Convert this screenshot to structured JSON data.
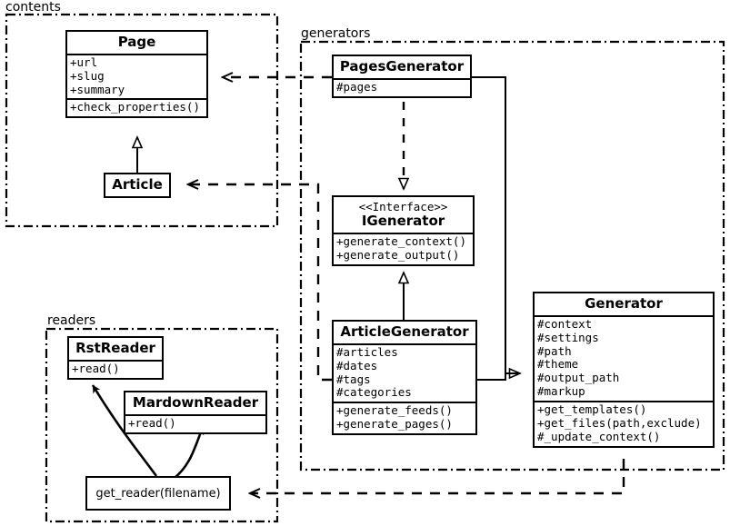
{
  "diagram": {
    "title": "UML class diagram",
    "stroke_color": "#000000",
    "background_color": "#ffffff"
  },
  "packages": [
    {
      "name": "contents",
      "label": "contents"
    },
    {
      "name": "generators",
      "label": "generators"
    },
    {
      "name": "readers",
      "label": "readers"
    }
  ],
  "classes": {
    "page": {
      "name": "Page",
      "attributes": [
        "+url",
        "+slug",
        "+summary"
      ],
      "operations": [
        "+check_properties()"
      ]
    },
    "article": {
      "name": "Article",
      "attributes": [],
      "operations": []
    },
    "pages_generator": {
      "name": "PagesGenerator",
      "attributes": [
        "#pages"
      ],
      "operations": []
    },
    "igenerator": {
      "stereotype": "<<Interface>>",
      "name": "IGenerator",
      "attributes": [],
      "operations": [
        "+generate_context()",
        "+generate_output()"
      ]
    },
    "article_generator": {
      "name": "ArticleGenerator",
      "attributes": [
        "#articles",
        "#dates",
        "#tags",
        "#categories"
      ],
      "operations": [
        "+generate_feeds()",
        "+generate_pages()"
      ]
    },
    "generator": {
      "name": "Generator",
      "attributes": [
        "#context",
        "#settings",
        "#path",
        "#theme",
        "#output_path",
        "#markup"
      ],
      "operations": [
        "+get_templates()",
        "+get_files(path,exclude)",
        "#_update_context()"
      ]
    },
    "rst_reader": {
      "name": "RstReader",
      "attributes": [],
      "operations": [
        "+read()"
      ]
    },
    "mardown_reader": {
      "name": "MardownReader",
      "attributes": [],
      "operations": [
        "+read()"
      ]
    }
  },
  "functions": {
    "get_reader": {
      "label": "get_reader(filename)"
    }
  },
  "relationships": [
    {
      "type": "generalization",
      "from": "Article",
      "to": "Page",
      "style": "solid",
      "arrowhead": "hollow-triangle"
    },
    {
      "type": "realization",
      "from": "PagesGenerator",
      "to": "IGenerator",
      "style": "dashed",
      "arrowhead": "hollow-triangle"
    },
    {
      "type": "realization",
      "from": "ArticleGenerator",
      "to": "IGenerator",
      "style": "solid",
      "arrowhead": "hollow-triangle"
    },
    {
      "type": "generalization",
      "from": "PagesGenerator",
      "to": "Generator",
      "style": "solid",
      "arrowhead": "hollow-triangle"
    },
    {
      "type": "generalization",
      "from": "ArticleGenerator",
      "to": "Generator",
      "style": "solid",
      "arrowhead": "hollow-triangle"
    },
    {
      "type": "dependency",
      "from": "PagesGenerator",
      "to": "Page",
      "style": "dashed",
      "arrowhead": "open"
    },
    {
      "type": "dependency",
      "from": "ArticleGenerator",
      "to": "Article",
      "style": "dashed",
      "arrowhead": "open"
    },
    {
      "type": "dependency",
      "from": "Generator",
      "to": "get_reader(filename)",
      "style": "dashed",
      "arrowhead": "open"
    },
    {
      "type": "dependency",
      "from": "get_reader(filename)",
      "to": "RstReader",
      "style": "solid-curved",
      "arrowhead": "filled"
    },
    {
      "type": "dependency",
      "from": "get_reader(filename)",
      "to": "MardownReader",
      "style": "solid-curved",
      "arrowhead": "filled"
    }
  ]
}
